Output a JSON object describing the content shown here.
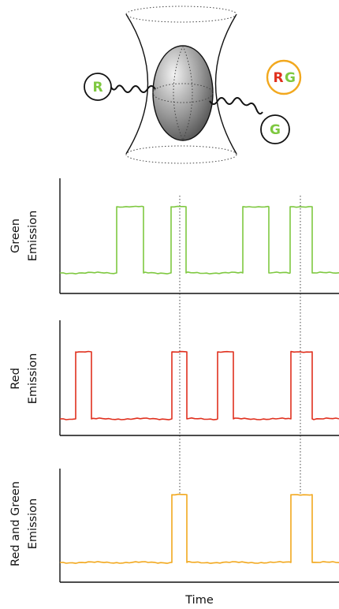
{
  "diagram": {
    "molecule_left": "R",
    "molecule_right": "G",
    "legend_r": "R",
    "legend_g": "G"
  },
  "panels": [
    {
      "id": "green",
      "ylabel": [
        "Green",
        "Emission"
      ],
      "color": "#7ec840",
      "pulses": [
        [
          148,
          182
        ],
        [
          217,
          236
        ],
        [
          308,
          341
        ],
        [
          368,
          396
        ]
      ]
    },
    {
      "id": "red",
      "ylabel": [
        "Red",
        "Emission"
      ],
      "color": "#e0301e",
      "pulses": [
        [
          96,
          116
        ],
        [
          218,
          237
        ],
        [
          276,
          296
        ],
        [
          369,
          396
        ]
      ]
    },
    {
      "id": "both",
      "ylabel": [
        "Red and Green",
        "Emission"
      ],
      "color": "#f2a81e",
      "pulses": [
        [
          218,
          237
        ],
        [
          369,
          396
        ]
      ]
    }
  ],
  "coincidence_times": [
    228,
    381
  ],
  "xlabel": "Time"
}
